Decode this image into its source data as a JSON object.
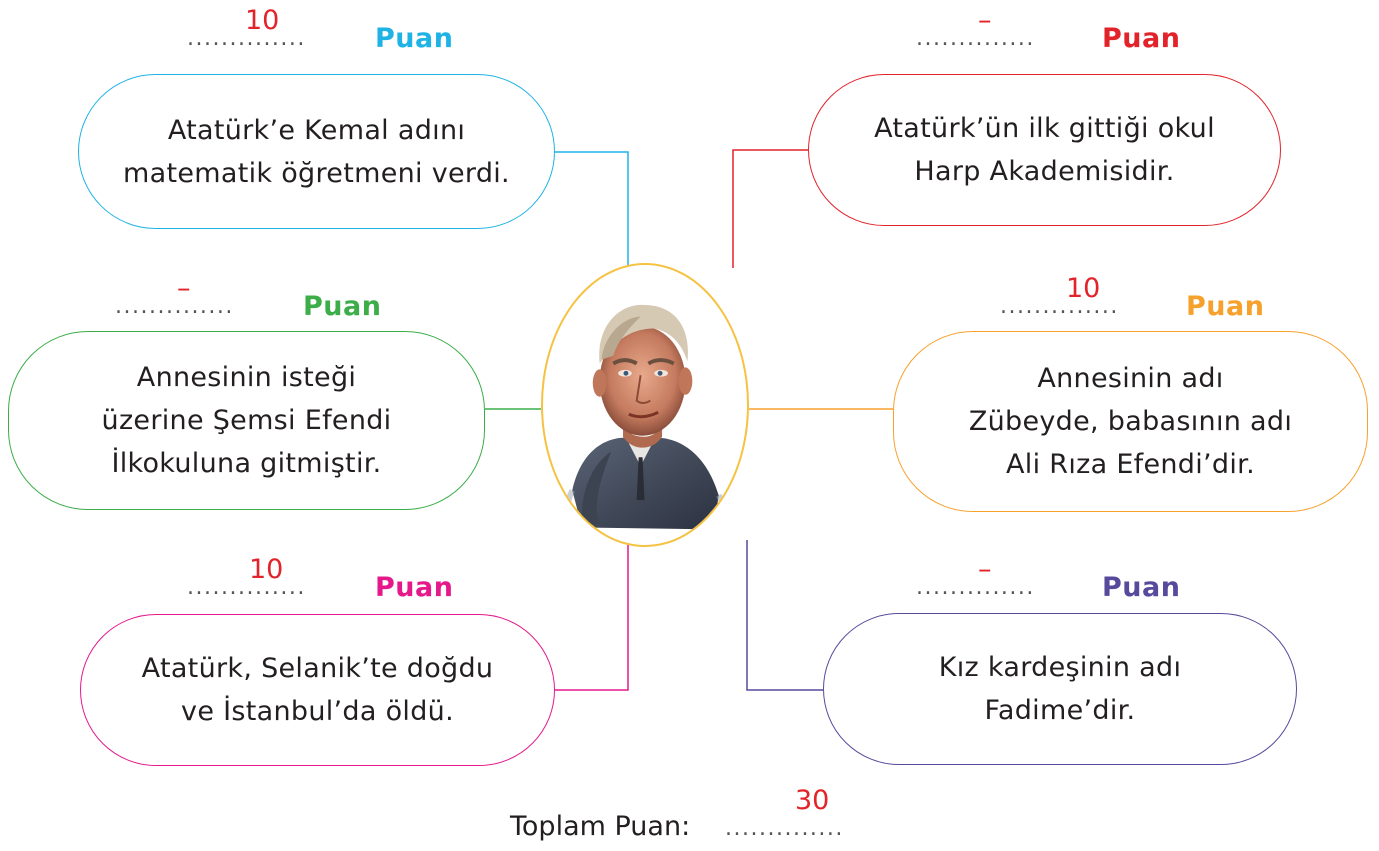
{
  "colors": {
    "score_red": "#e2232a",
    "line_blue": "#1fb3e5",
    "line_red": "#e2232a",
    "line_green": "#3cad49",
    "line_orange": "#f7a12d",
    "line_magenta": "#e5198b",
    "line_purple": "#574a9c",
    "portrait_frame": "#f5c242"
  },
  "statements": [
    {
      "text": "Atatürk’e Kemal adını\nmatematik öğretmeni verdi.",
      "score": "10",
      "puan": "Puan",
      "color": "#1fb3e5"
    },
    {
      "text": "Atatürk’ün ilk gittiği okul\nHarp Akademisidir.",
      "score": "–",
      "puan": "Puan",
      "color": "#e2232a"
    },
    {
      "text": "Annesinin isteği\nüzerine Şemsi Efendi\nİlkokuluna gitmiştir.",
      "score": "–",
      "puan": "Puan",
      "color": "#3cad49"
    },
    {
      "text": "Annesinin adı\nZübeyde, babasının adı\nAli Rıza Efendi’dir.",
      "score": "10",
      "puan": "Puan",
      "color": "#f7a12d"
    },
    {
      "text": "Atatürk, Selanik’te doğdu\nve İstanbul’da öldü.",
      "score": "10",
      "puan": "Puan",
      "color": "#e5198b"
    },
    {
      "text": "Kız kardeşinin adı\nFadime’dir.",
      "score": "–",
      "puan": "Puan",
      "color": "#574a9c"
    }
  ],
  "dots": "..............",
  "total": {
    "label": "Toplam Puan:",
    "value": "30",
    "dots": ".............."
  },
  "portrait": {
    "icon": "ataturk-portrait"
  }
}
